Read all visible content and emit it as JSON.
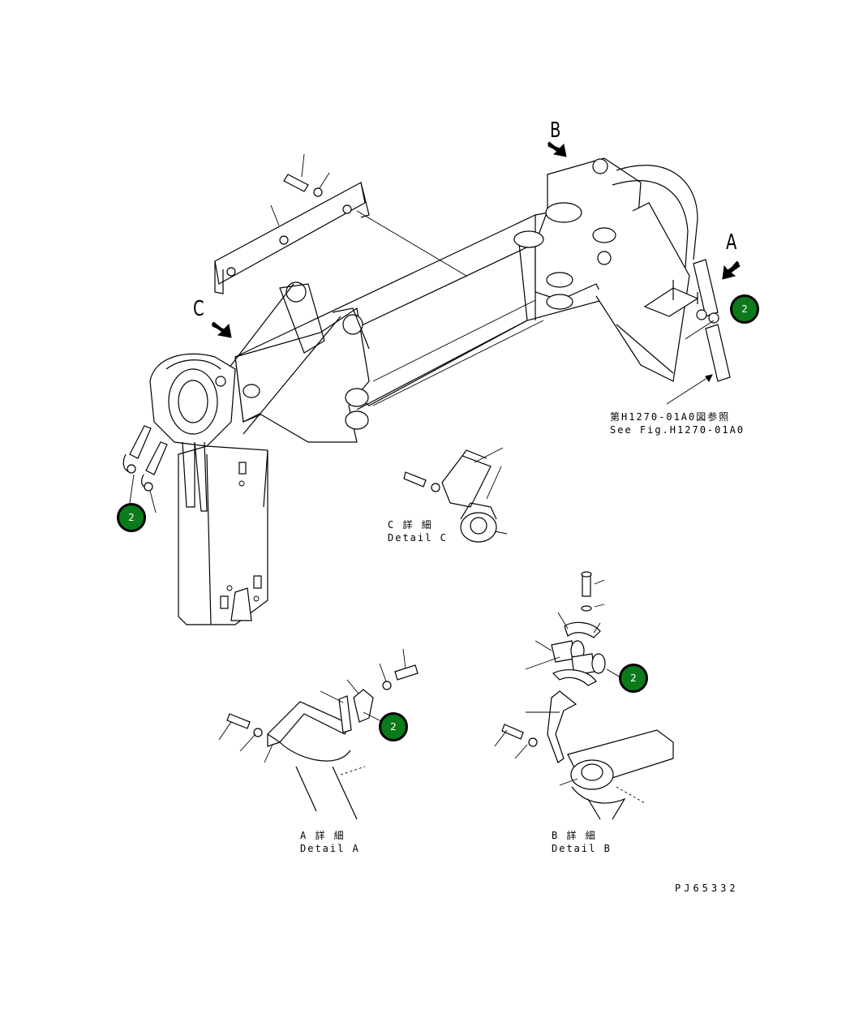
{
  "view_labels": {
    "a": "A",
    "b": "B",
    "c": "C"
  },
  "reference_note": {
    "jp": "第H1270-01A0図参照",
    "en": "See Fig.H1270-01A0"
  },
  "details": {
    "c": {
      "jp": "C 詳 細",
      "en": "Detail C"
    },
    "a": {
      "jp": "A 詳 細",
      "en": "Detail A"
    },
    "b": {
      "jp": "B 詳 細",
      "en": "Detail B"
    }
  },
  "callouts": [
    {
      "label": "2"
    },
    {
      "label": "2"
    },
    {
      "label": "2"
    },
    {
      "label": "2"
    }
  ],
  "drawing_number": "PJ65332",
  "colors": {
    "callout_fill": "#0b7a1b",
    "line": "#000000",
    "background": "#ffffff"
  }
}
